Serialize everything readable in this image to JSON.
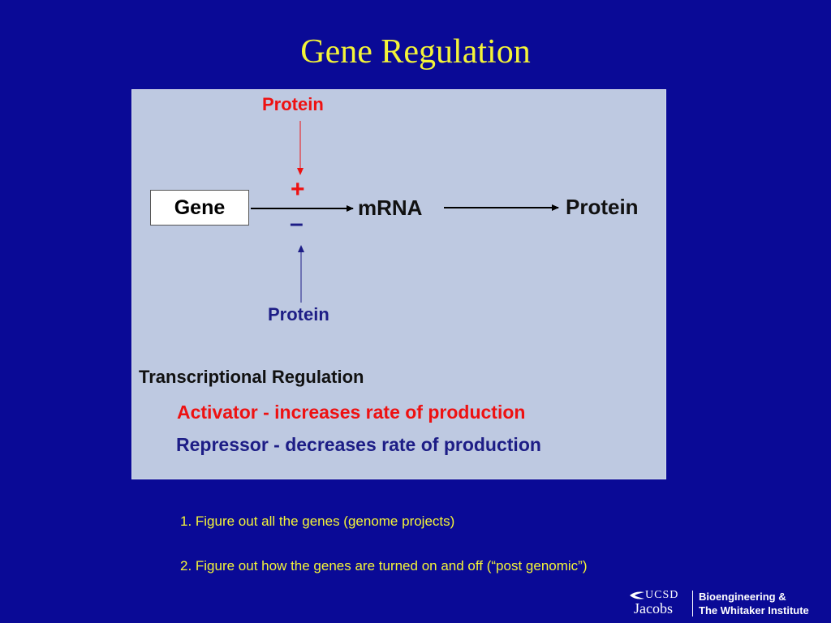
{
  "title": "Gene Regulation",
  "diagram": {
    "top_protein": "Protein",
    "gene": "Gene",
    "plus": "+",
    "minus": "–",
    "mrna": "mRNA",
    "product_protein": "Protein",
    "bottom_protein": "Protein",
    "heading": "Transcriptional Regulation",
    "activator": "Activator - increases rate of production",
    "repressor": "Repressor - decreases rate of production",
    "colors": {
      "activator": "#ee1111",
      "repressor": "#1d1d86",
      "panel": "#bec9e1",
      "background": "#0a0a96",
      "title": "#f4f438"
    }
  },
  "list": [
    "1.  Figure out all the genes (genome projects)",
    "2.  Figure out how the genes are turned on and off (“post genomic”)"
  ],
  "footer": {
    "ucsd": "UCSD",
    "jacobs": "Jacobs",
    "line1": "Bioengineering &",
    "line2": "The Whitaker Institute",
    "logo_icon": "trident-icon"
  }
}
